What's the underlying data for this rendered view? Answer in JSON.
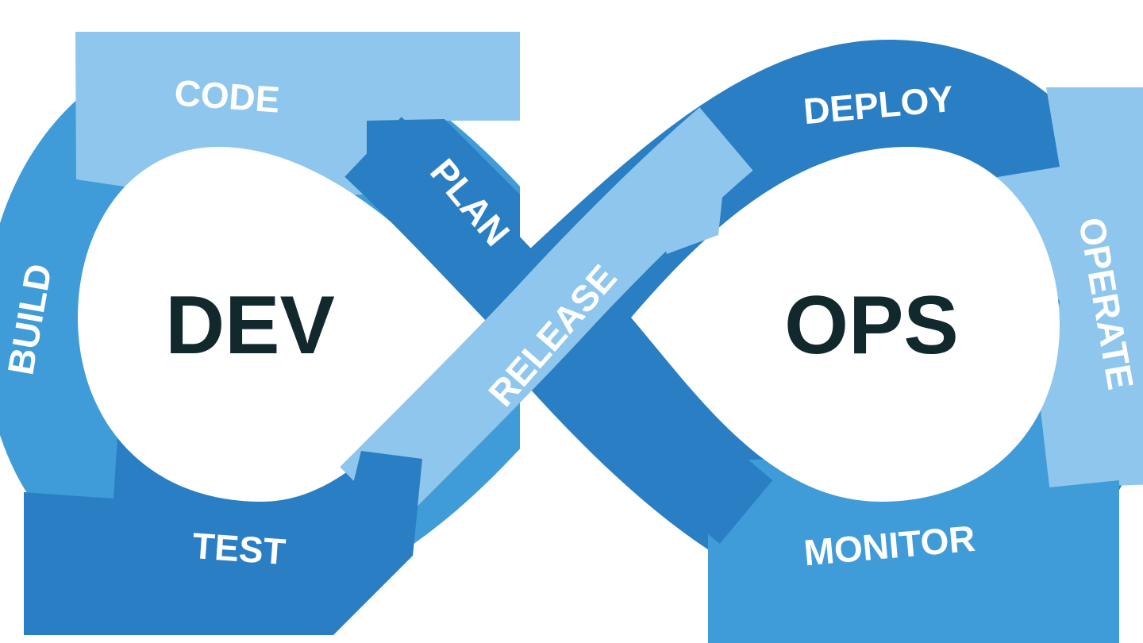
{
  "diagram": {
    "center_left": "DEV",
    "center_right": "OPS",
    "stages": {
      "plan": "PLAN",
      "code": "CODE",
      "build": "BUILD",
      "test": "TEST",
      "release": "RELEASE",
      "deploy": "DEPLOY",
      "operate": "OPERATE",
      "monitor": "MONITOR"
    },
    "colors": {
      "dark_blue": "#2a7ec4",
      "mid_blue": "#3f9cd8",
      "light_blue": "#8fc6ed",
      "center_text": "#11282d",
      "stage_text": "#ffffff",
      "background": "#ffffff"
    }
  }
}
